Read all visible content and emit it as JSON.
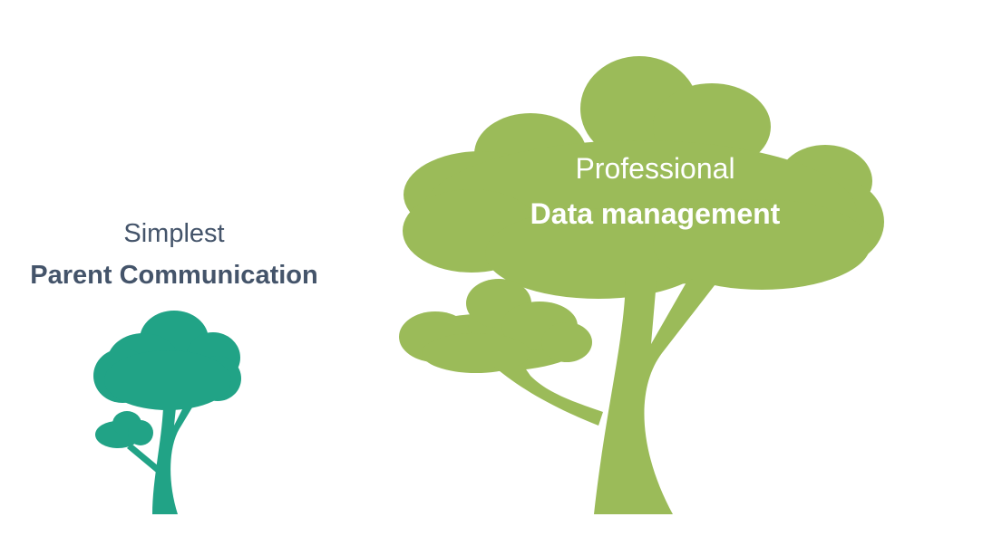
{
  "colors": {
    "small_tree": "#21A386",
    "big_tree": "#9BBB59",
    "text": "#44546A"
  },
  "left": {
    "line1": "Simplest",
    "line2": "Parent Communication"
  },
  "right": {
    "line1": "Professional",
    "line2": "Data management"
  }
}
